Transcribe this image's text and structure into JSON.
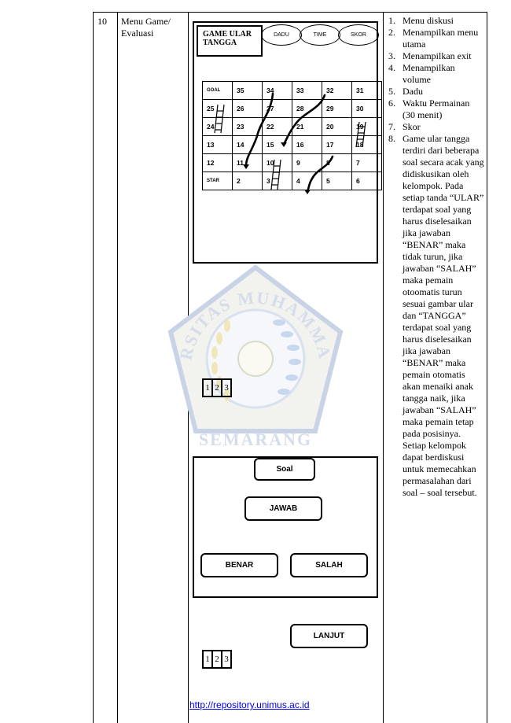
{
  "row": {
    "number": "10",
    "name": "Menu Game/ Evaluasi"
  },
  "game": {
    "title": "GAME ULAR TANGGA",
    "buttons": [
      "DADU",
      "TIME",
      "SKOR"
    ],
    "board": [
      [
        "GOAL",
        "35",
        "34",
        "33",
        "32",
        "31"
      ],
      [
        "25",
        "26",
        "27",
        "28",
        "29",
        "30"
      ],
      [
        "24",
        "23",
        "22",
        "21",
        "20",
        "19"
      ],
      [
        "13",
        "14",
        "15",
        "16",
        "17",
        "18"
      ],
      [
        "12",
        "11",
        "10",
        "9",
        "8",
        "7"
      ],
      [
        "STAR",
        "2",
        "3",
        "4",
        "5",
        "6"
      ]
    ],
    "dice": [
      "1",
      "2",
      "3"
    ]
  },
  "question_panel": {
    "soal_label": "Soal",
    "jawab_label": "JAWAB",
    "benar_label": "BENAR",
    "salah_label": "SALAH",
    "lanjut_label": "LANJUT",
    "dice": [
      "1",
      "2",
      "3"
    ]
  },
  "description": [
    {
      "n": "1.",
      "text": "Menu diskusi"
    },
    {
      "n": "2.",
      "text": "Menampilkan menu utama"
    },
    {
      "n": "3.",
      "text": "Menampilkan exit"
    },
    {
      "n": "4.",
      "text": "Menampilkan volume"
    },
    {
      "n": "5.",
      "text": "Dadu"
    },
    {
      "n": "6.",
      "text": "Waktu Permainan (30 menit)"
    },
    {
      "n": "7.",
      "text": "Skor"
    },
    {
      "n": "8.",
      "text": "Game ular tangga terdiri dari beberapa soal secara acak yang didiskusikan oleh kelompok. Pada setiap tanda “ULAR” terdapat soal yang harus diselesaikan jika jawaban “BENAR” maka tidak turun, jika jawaban “SALAH” maka pemain otoomatis turun sesuai gambar ular dan “TANGGA” terdapat soal yang harus diselesaikan jika jawaban “BENAR” maka pemain otomatis akan menaiki anak tangga naik, jika jawaban “SALAH” maka pemain tetap pada posisinya. Setiap kelompok dapat berdiskusi untuk memecahkan permasalahan dari soal – soal tersebut."
    }
  ],
  "watermark": {
    "text_top": "UNIVERSITAS MUHAMMADIYAH",
    "text_bottom": "SEMARANG"
  },
  "footer": {
    "link": "http://repository.unimus.ac.id"
  }
}
